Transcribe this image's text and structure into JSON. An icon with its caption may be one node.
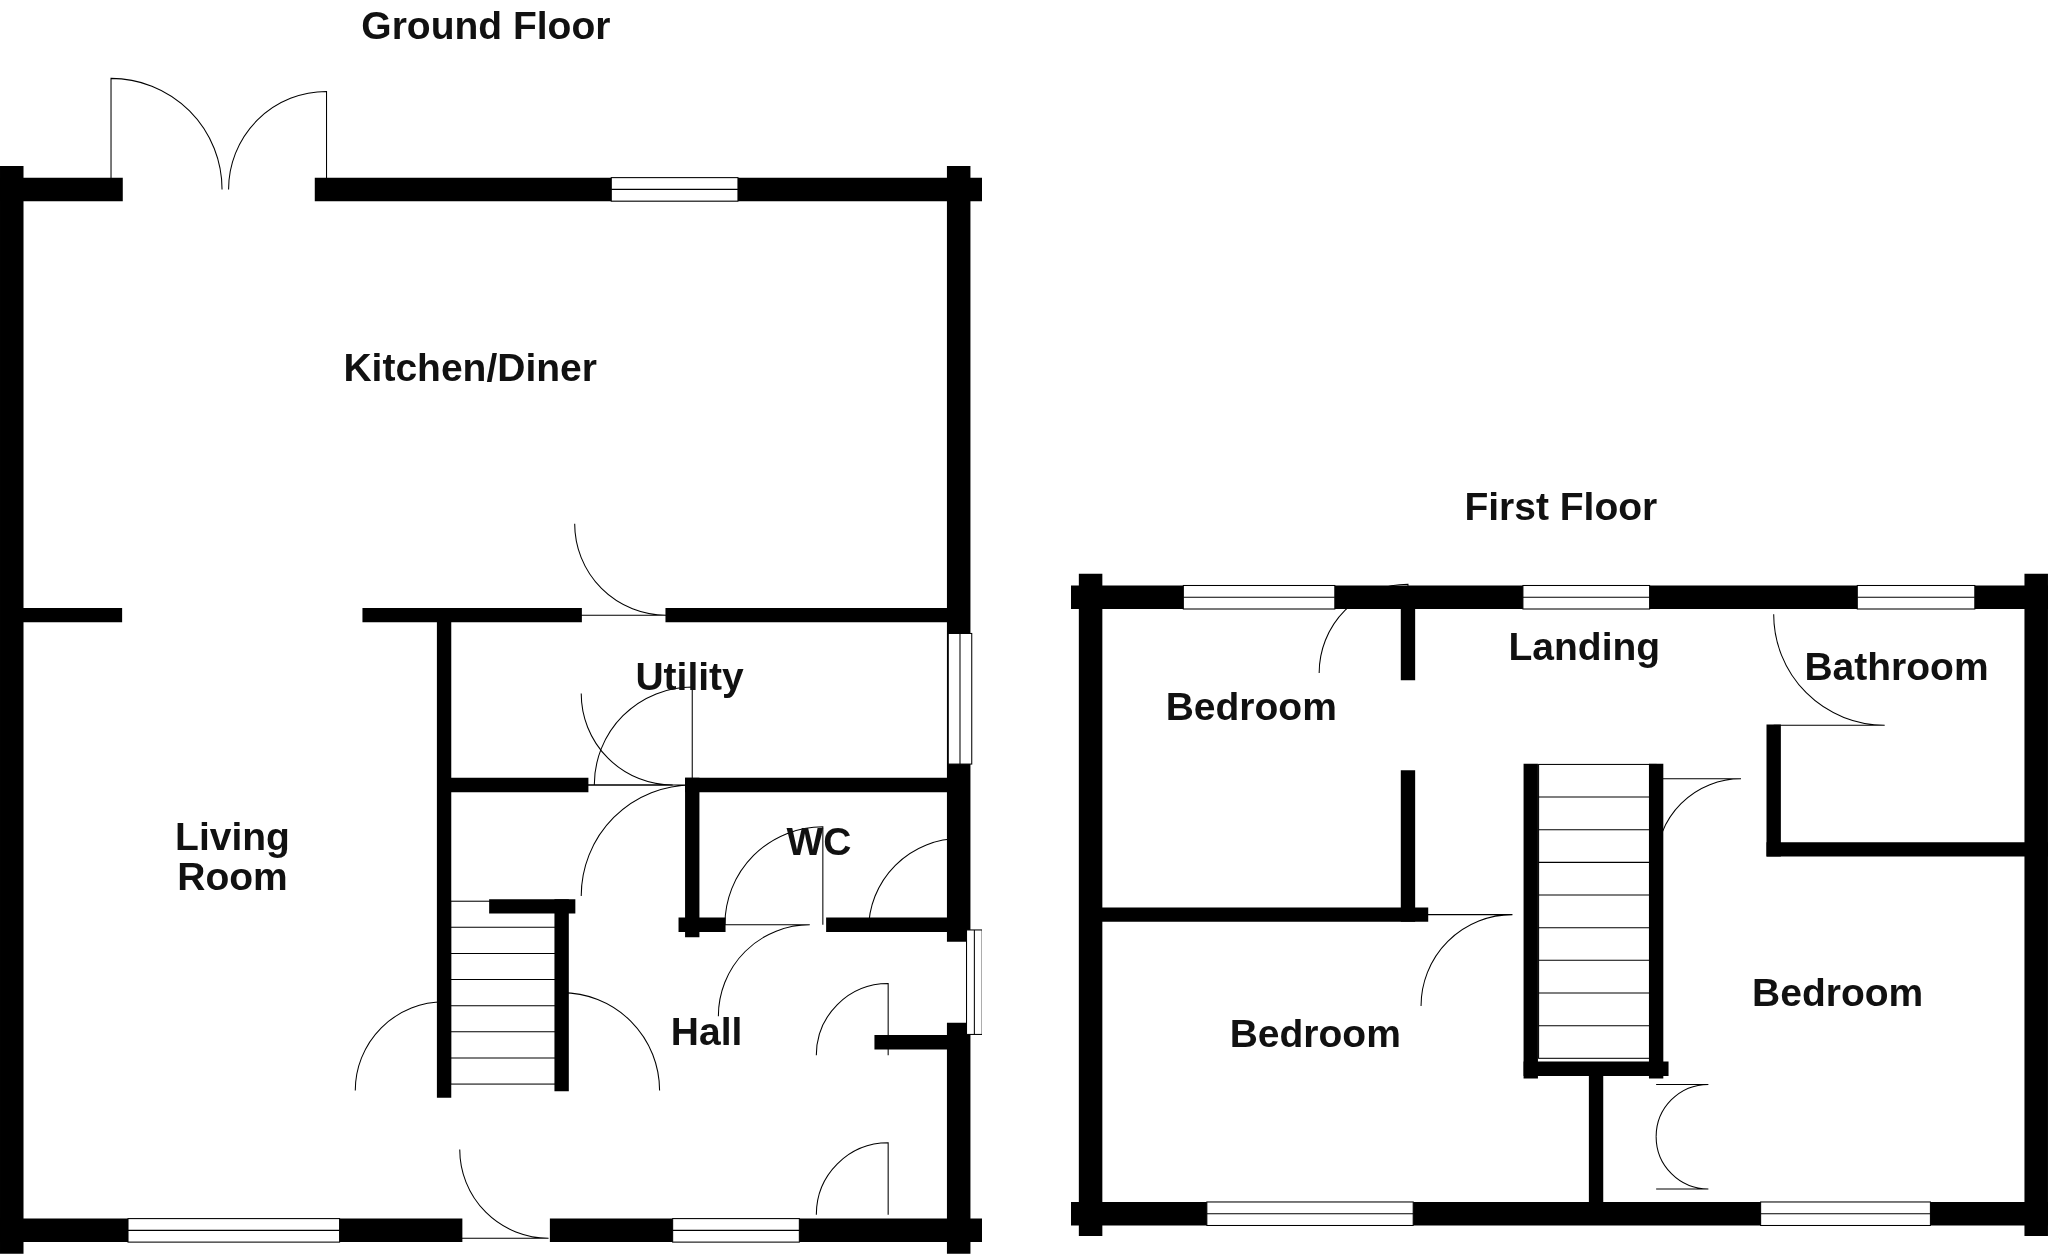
{
  "diagram": {
    "nodes": [
      {
        "text": [
          "Ground Floor"
        ]
      },
      {
        "text": [
          "Kitchen/Diner"
        ],
        "in": 0
      },
      {
        "text": [
          "Utility"
        ],
        "in": 0
      },
      {
        "text": [
          "WC"
        ],
        "in": 0
      },
      {
        "text": [
          "Living Room"
        ],
        "in": 0
      },
      {
        "text": [
          "Hall"
        ],
        "in": 0
      },
      {
        "text": [
          "First Floor"
        ]
      },
      {
        "text": [
          "Landing"
        ],
        "in": 6
      },
      {
        "text": [
          "Bedroom"
        ],
        "in": 6
      },
      {
        "text": [
          "Bathroom"
        ],
        "in": 6
      },
      {
        "text": [
          "Bedroom"
        ],
        "in": 6
      },
      {
        "text": [
          "Bedroom"
        ],
        "in": 6
      }
    ]
  }
}
